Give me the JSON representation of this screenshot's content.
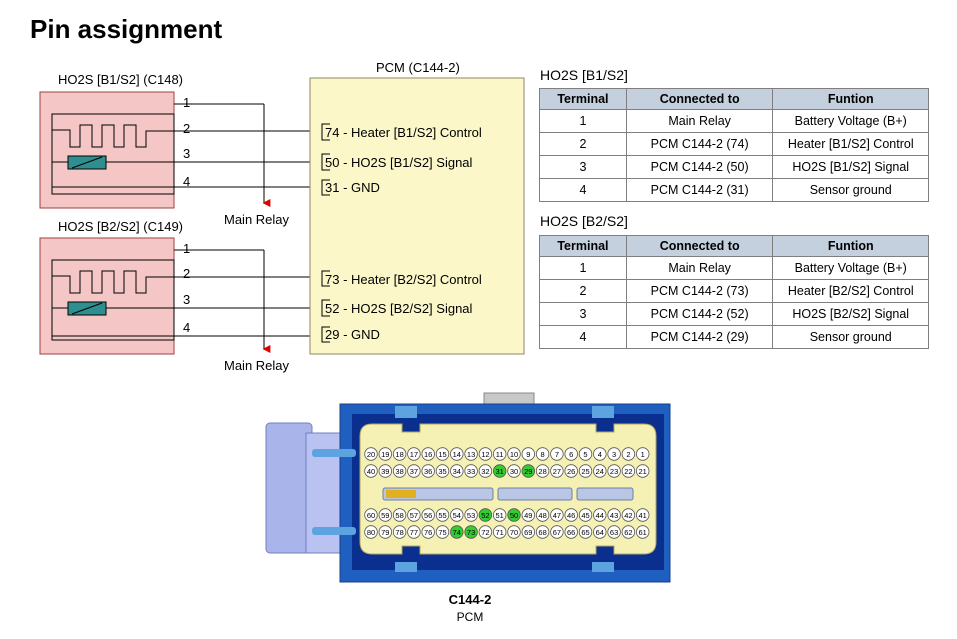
{
  "title": "Pin assignment",
  "sensor1": {
    "label": "HO2S [B1/S2] (C148)",
    "pins": [
      "1",
      "2",
      "3",
      "4"
    ],
    "relay_label": "Main Relay"
  },
  "sensor2": {
    "label": "HO2S [B2/S2] (C149)",
    "pins": [
      "1",
      "2",
      "3",
      "4"
    ],
    "relay_label": "Main Relay"
  },
  "pcm": {
    "label": "PCM (C144-2)",
    "terminals": [
      "74 - Heater [B1/S2] Control",
      "50 - HO2S [B1/S2] Signal",
      "31 - GND",
      "73 - Heater [B2/S2] Control",
      "52 - HO2S [B2/S2] Signal",
      "29 - GND"
    ]
  },
  "tables": [
    {
      "title": "HO2S [B1/S2]",
      "headers": [
        "Terminal",
        "Connected to",
        "Funtion"
      ],
      "rows": [
        [
          "1",
          "Main Relay",
          "Battery Voltage (B+)"
        ],
        [
          "2",
          "PCM C144-2 (74)",
          "Heater [B1/S2] Control"
        ],
        [
          "3",
          "PCM C144-2 (50)",
          "HO2S [B1/S2] Signal"
        ],
        [
          "4",
          "PCM C144-2 (31)",
          "Sensor ground"
        ]
      ]
    },
    {
      "title": "HO2S [B2/S2]",
      "headers": [
        "Terminal",
        "Connected to",
        "Funtion"
      ],
      "rows": [
        [
          "1",
          "Main Relay",
          "Battery Voltage (B+)"
        ],
        [
          "2",
          "PCM C144-2 (73)",
          "Heater [B2/S2] Control"
        ],
        [
          "3",
          "PCM C144-2 (52)",
          "HO2S [B2/S2] Signal"
        ],
        [
          "4",
          "PCM C144-2 (29)",
          "Sensor ground"
        ]
      ]
    }
  ],
  "connector": {
    "name": "C144-2",
    "subtitle": "PCM",
    "rows": [
      [
        "20",
        "19",
        "18",
        "17",
        "16",
        "15",
        "14",
        "13",
        "12",
        "11",
        "10",
        "9",
        "8",
        "7",
        "6",
        "5",
        "4",
        "3",
        "2",
        "1"
      ],
      [
        "40",
        "39",
        "38",
        "37",
        "36",
        "35",
        "34",
        "33",
        "32",
        "31",
        "30",
        "29",
        "28",
        "27",
        "26",
        "25",
        "24",
        "23",
        "22",
        "21"
      ],
      [
        "60",
        "59",
        "58",
        "57",
        "56",
        "55",
        "54",
        "53",
        "52",
        "51",
        "50",
        "49",
        "48",
        "47",
        "46",
        "45",
        "44",
        "43",
        "42",
        "41"
      ],
      [
        "80",
        "79",
        "78",
        "77",
        "76",
        "75",
        "74",
        "73",
        "72",
        "71",
        "70",
        "69",
        "68",
        "67",
        "66",
        "65",
        "64",
        "63",
        "62",
        "61"
      ]
    ],
    "highlighted": [
      "29",
      "31",
      "50",
      "52",
      "73",
      "74"
    ],
    "colors": {
      "highlight": "#33cc33",
      "housing": "#1f5fbf",
      "face": "#f5f0b4"
    }
  },
  "colors": {
    "sensor_box": "#f4c6c6",
    "pcm_box": "#fbf7c8",
    "arrow": "#e00000",
    "table_header": "#c5d0de"
  }
}
